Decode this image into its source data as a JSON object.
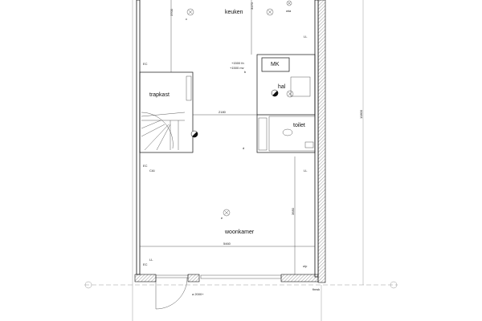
{
  "rooms": {
    "keuken": "keuken",
    "trapkast": "trapkast",
    "hal": "hal",
    "toilet": "toilet",
    "woonkamer": "woonkamer",
    "mk": "MK"
  },
  "dimensions": {
    "keuken_left_height": "3700",
    "keuken_right_height": "3170",
    "hall_width": "2180",
    "living_width": "5460",
    "living_height": "3680",
    "total_depth": "10800"
  },
  "annotations": {
    "th_height": "+1500 th",
    "mv_height": "+1500 mv",
    "cai": "CAI",
    "ll": "LL",
    "ulp": "ulp",
    "ec": "EC",
    "door_note": "a 2000+",
    "finwk": "finwk",
    "wta": "wta",
    "switch_b": "b",
    "switch_c": "c",
    "switch_d": "d",
    "switch_e": "e"
  }
}
